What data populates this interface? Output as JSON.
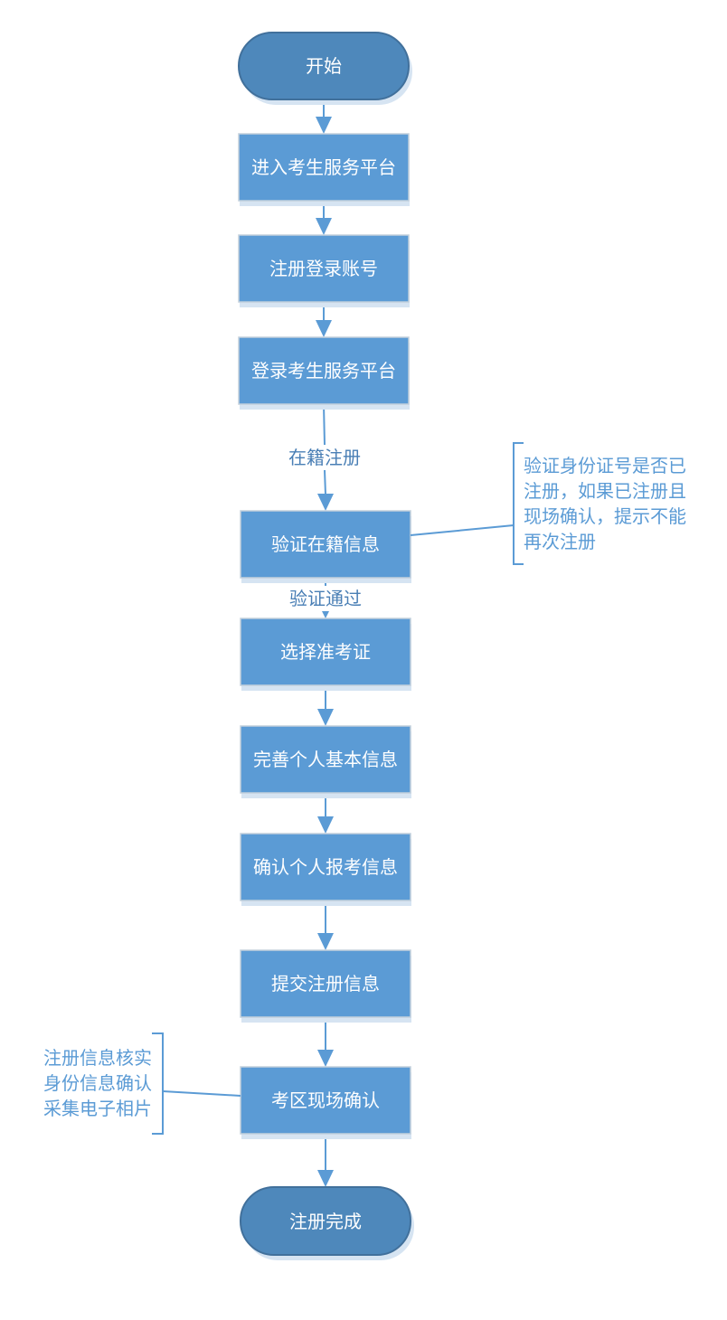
{
  "colors": {
    "terminal": "#4e88bb",
    "process": "#5b9bd5",
    "arrow": "#5b9bd5",
    "shadow": "#d6e4f2",
    "note": "#5b9bd5"
  },
  "flow": {
    "start": "开始",
    "steps": [
      "进入考生服务平台",
      "注册登录账号",
      "登录考生服务平台",
      "验证在籍信息",
      "选择准考证",
      "完善个人基本信息",
      "确认个人报考信息",
      "提交注册信息",
      "考区现场确认"
    ],
    "end": "注册完成",
    "edge_labels": {
      "enrolled_registration": "在籍注册",
      "verified": "验证通过"
    }
  },
  "notes": {
    "verify_note": [
      "验证身份证号是否已",
      "注册，如果已注册且",
      "现场确认，提示不能",
      "再次注册"
    ],
    "onsite_note": [
      "注册信息核实",
      "身份信息确认",
      "采集电子相片"
    ]
  }
}
